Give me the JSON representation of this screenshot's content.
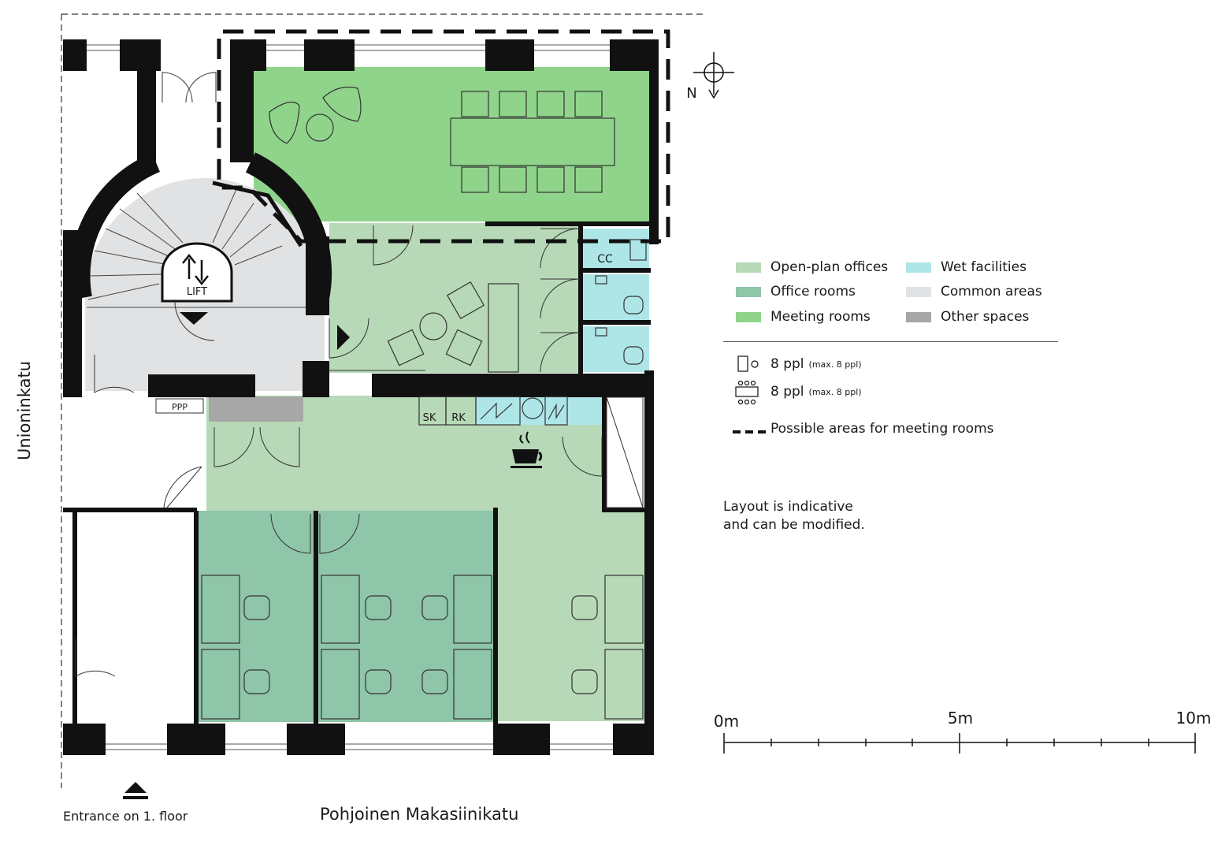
{
  "floorplan": {
    "rooms": {
      "lift": "LIFT",
      "cc": "CC",
      "ppp": "PPP",
      "sk": "SK",
      "rk": "RK"
    },
    "compass": "N",
    "streets": {
      "left": "Unioninkatu",
      "bottom": "Pohjoinen Makasiinikatu"
    },
    "entrance": "Entrance on 1. floor"
  },
  "legend": {
    "items": [
      {
        "label": "Open-plan offices",
        "color": "#b7d9b7"
      },
      {
        "label": "Wet facilities",
        "color": "#aee6e8"
      },
      {
        "label": "Office rooms",
        "color": "#8fc5a8"
      },
      {
        "label": "Common areas",
        "color": "#e1e2e4"
      },
      {
        "label": "Meeting rooms",
        "color": "#8fd48a"
      },
      {
        "label": "Other spaces",
        "color": "#a7a7a7"
      }
    ],
    "capacity": [
      {
        "text": "8 ppl",
        "sub": "(max. 8 ppl)"
      },
      {
        "text": "8 ppl",
        "sub": "(max. 8 ppl)"
      }
    ],
    "meeting_areas": "Possible areas for meeting rooms"
  },
  "note": {
    "line1": "Layout is indicative",
    "line2": "and can be modified."
  },
  "scale": {
    "labels": [
      "0m",
      "5m",
      "10m"
    ]
  },
  "colors": {
    "open_plan": "#b7d9b7",
    "office_rooms": "#8fc5a8",
    "meeting_rooms": "#8fd48a",
    "wet": "#aee6e8",
    "common": "#e1e2e4",
    "other": "#a7a7a7",
    "wall": "#111111"
  }
}
